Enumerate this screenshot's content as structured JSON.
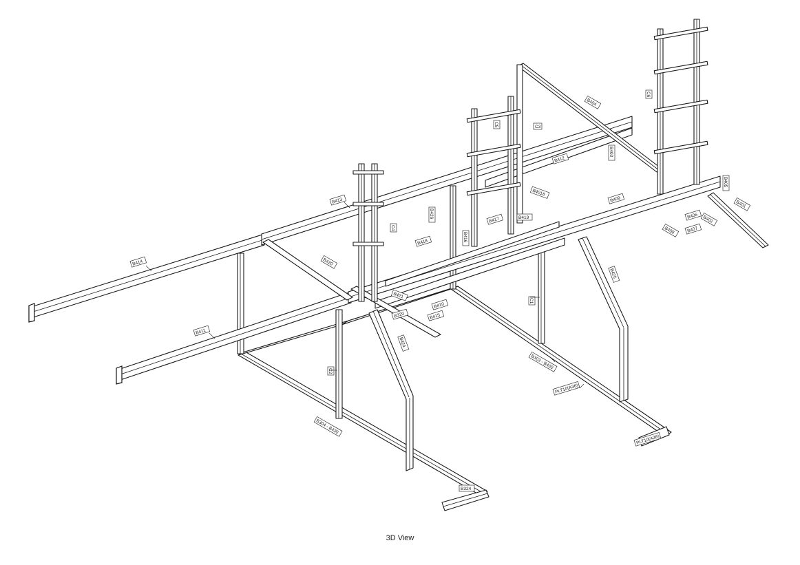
{
  "view_caption": "3D View",
  "labels": [
    {
      "id": "b414",
      "text": "B414"
    },
    {
      "id": "b413",
      "text": "B413"
    },
    {
      "id": "b411",
      "text": "B411"
    },
    {
      "id": "b410",
      "text": "B410"
    },
    {
      "id": "b412",
      "text": "B412"
    },
    {
      "id": "b409",
      "text": "B409"
    },
    {
      "id": "b419",
      "text": "B419"
    },
    {
      "id": "b415",
      "text": "B415"
    },
    {
      "id": "b418",
      "text": "B418"
    },
    {
      "id": "b417",
      "text": "B417"
    },
    {
      "id": "b416",
      "text": "B416"
    },
    {
      "id": "b420",
      "text": "B420"
    },
    {
      "id": "b421",
      "text": "B421"
    },
    {
      "id": "b401",
      "text": "B401"
    },
    {
      "id": "b403",
      "text": "B403"
    },
    {
      "id": "b405",
      "text": "B405"
    },
    {
      "id": "b407",
      "text": "B407"
    },
    {
      "id": "b408",
      "text": "B408"
    },
    {
      "id": "b406",
      "text": "B406"
    },
    {
      "id": "b402",
      "text": "B402"
    },
    {
      "id": "b404",
      "text": "B404"
    },
    {
      "id": "b425",
      "text": "B425"
    },
    {
      "id": "b424",
      "text": "B424"
    },
    {
      "id": "b426",
      "text": "B426"
    },
    {
      "id": "b320",
      "text": "B320"
    },
    {
      "id": "b324",
      "text": "B324"
    },
    {
      "id": "b304",
      "text": "B304 - B430"
    },
    {
      "id": "b303",
      "text": "B303 - B430"
    },
    {
      "id": "plt1",
      "text": "PLT10(A36)"
    },
    {
      "id": "plt2",
      "text": "PLT10(A36)"
    },
    {
      "id": "c1",
      "text": "C1"
    },
    {
      "id": "c2",
      "text": "C2"
    },
    {
      "id": "c3",
      "text": "C3"
    },
    {
      "id": "c4",
      "text": "C4"
    },
    {
      "id": "c5",
      "text": "C5"
    },
    {
      "id": "c6",
      "text": "C6"
    },
    {
      "id": "b4018",
      "text": "B4018"
    }
  ]
}
